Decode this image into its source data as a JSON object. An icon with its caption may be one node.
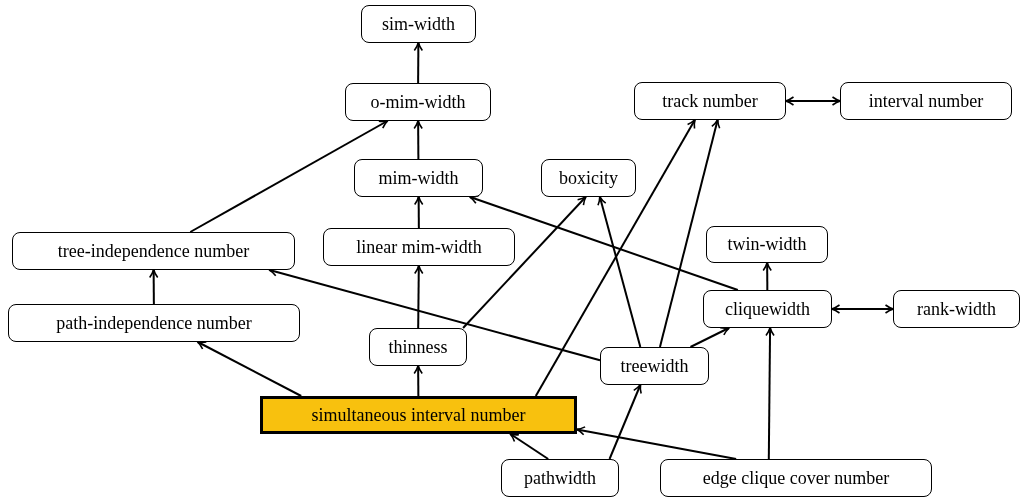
{
  "diagram": {
    "nodes": [
      {
        "text": [
          "sim-width"
        ]
      },
      {
        "text": [
          "o-mim-width"
        ]
      },
      {
        "text": [
          "track number"
        ]
      },
      {
        "text": [
          "interval number"
        ]
      },
      {
        "text": [
          "mim-width"
        ]
      },
      {
        "text": [
          "boxicity"
        ]
      },
      {
        "text": [
          "tree-independence number"
        ]
      },
      {
        "text": [
          "linear mim-width"
        ]
      },
      {
        "text": [
          "twin-width"
        ]
      },
      {
        "text": [
          "path-independence number"
        ]
      },
      {
        "text": [
          "cliquewidth"
        ]
      },
      {
        "text": [
          "rank-width"
        ]
      },
      {
        "text": [
          "thinness"
        ]
      },
      {
        "text": [
          "treewidth"
        ]
      },
      {
        "text": [
          "simultaneous interval number"
        ]
      },
      {
        "text": [
          "pathwidth"
        ]
      },
      {
        "text": [
          "edge clique cover number"
        ]
      }
    ],
    "edges": [
      {
        "from": 1,
        "to": 0,
        "arrow": "to"
      },
      {
        "from": 4,
        "to": 1,
        "arrow": "to"
      },
      {
        "from": 7,
        "to": 4,
        "arrow": "to"
      },
      {
        "from": 12,
        "to": 7,
        "arrow": "to"
      },
      {
        "from": 14,
        "to": 12,
        "arrow": "to"
      },
      {
        "from": 6,
        "to": 1,
        "arrow": "to"
      },
      {
        "from": 9,
        "to": 6,
        "arrow": "to"
      },
      {
        "from": 14,
        "to": 9,
        "arrow": "to"
      },
      {
        "from": 2,
        "to": 3,
        "arrow": "both"
      },
      {
        "from": 14,
        "to": 2,
        "arrow": "to"
      },
      {
        "from": 13,
        "to": 2,
        "arrow": "to"
      },
      {
        "from": 13,
        "to": 5,
        "arrow": "to"
      },
      {
        "from": 12,
        "to": 5,
        "arrow": "to"
      },
      {
        "from": 10,
        "to": 4,
        "arrow": "to"
      },
      {
        "from": 13,
        "to": 6,
        "arrow": "to"
      },
      {
        "from": 10,
        "to": 8,
        "arrow": "to"
      },
      {
        "from": 10,
        "to": 11,
        "arrow": "both"
      },
      {
        "from": 13,
        "to": 10,
        "arrow": "to"
      },
      {
        "from": 15,
        "to": 14,
        "arrow": "to"
      },
      {
        "from": 15,
        "to": 13,
        "arrow": "to"
      },
      {
        "from": 16,
        "to": 14,
        "arrow": "to"
      },
      {
        "from": 16,
        "to": 10,
        "arrow": "to"
      }
    ]
  }
}
